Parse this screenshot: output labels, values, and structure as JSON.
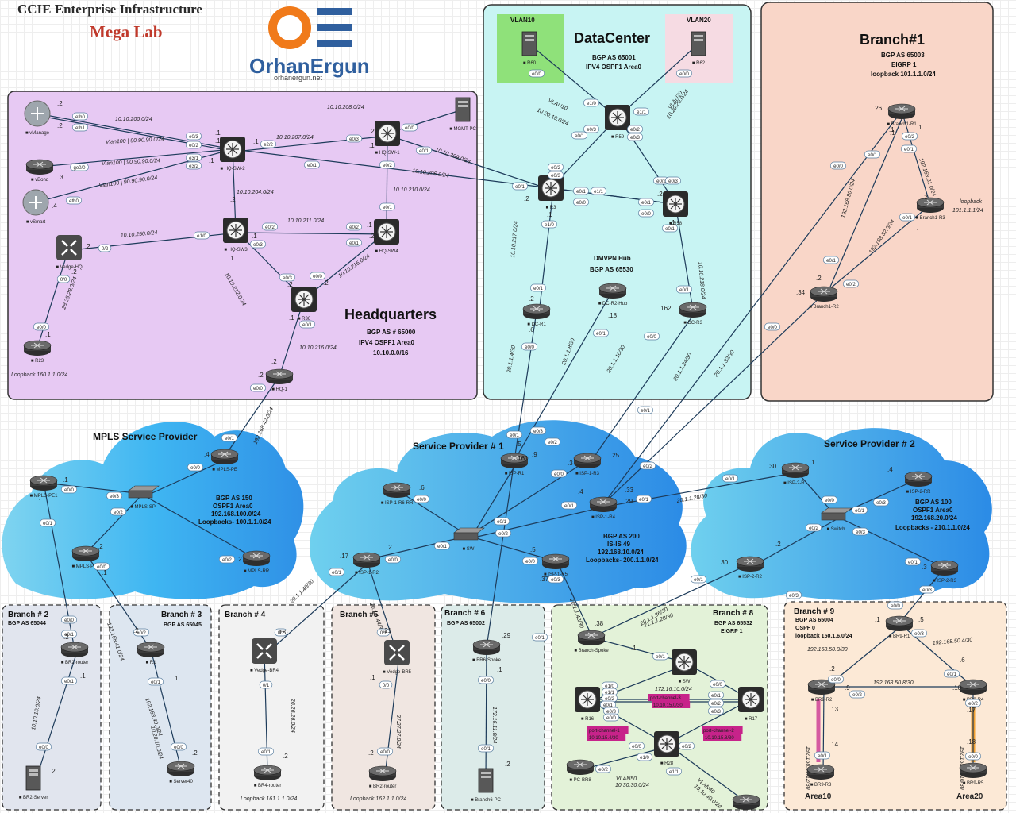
{
  "header": {
    "title": "CCIE Enterprise Infrastructure",
    "subtitle": "Mega Lab",
    "logo_text": "OrhanErgun",
    "logo_url": "orhanergun.net"
  },
  "regions": {
    "hq": {
      "title": "Headquarters",
      "info": [
        "BGP AS # 65000",
        "IPV4   OSPF1   Area0",
        "10.10.0.0/16"
      ]
    },
    "dc": {
      "title": "DataCenter",
      "info": [
        "BGP AS 65001",
        "IPV4 OSPF1 Area0"
      ],
      "vlan10": "VLAN10",
      "vlan20": "VLAN20",
      "hub": [
        "DMVPN Hub",
        "BGP AS 65530"
      ]
    },
    "b1": {
      "title": "Branch#1",
      "info": [
        "BGP AS 65003",
        "EIGRP 1",
        "loopback 101.1.1.0/24"
      ]
    },
    "mpls": {
      "title": "MPLS Service Provider",
      "info": [
        "BGP AS 150",
        "OSPF1 Area0",
        "192.168.100.0/24",
        "Loopbacks- 100.1.1.0/24"
      ]
    },
    "sp1": {
      "title": "Service Provider # 1",
      "info": [
        "BGP AS 200",
        "IS-IS 49",
        "192.168.10.0/24",
        "Loopbacks- 200.1.1.0/24"
      ]
    },
    "sp2": {
      "title": "Service Provider # 2",
      "info": [
        "BGP AS 100",
        "OSPF1 Area0",
        "192.168.20.0/24",
        "Loopbacks - 210.1.1.0/24"
      ]
    },
    "br2": {
      "title": "Branch # 2",
      "info": [
        "BGP AS 65044"
      ]
    },
    "br3": {
      "title": "Branch # 3",
      "info": [
        "BGP AS 65045"
      ]
    },
    "br4": {
      "title": "Branch # 4",
      "info": []
    },
    "br5": {
      "title": "Branch #5",
      "info": []
    },
    "br6": {
      "title": "Branch # 6",
      "info": [
        "BGP AS 65002"
      ]
    },
    "br8": {
      "title": "Branch # 8",
      "info": [
        "BGP AS 65532",
        "EIGRP 1"
      ]
    },
    "br9": {
      "title": "Branch # 9",
      "info": [
        "BGP AS 65004",
        "OSPF 0",
        "loopback 150.1.6.0/24"
      ]
    }
  },
  "devices": [
    {
      "id": "vManage",
      "label": "vManage",
      "kind": "server"
    },
    {
      "id": "vBond",
      "label": "vBond",
      "kind": "router"
    },
    {
      "id": "vSmart",
      "label": "vSmart",
      "kind": "server"
    },
    {
      "id": "HQ-SW-2",
      "label": "HQ-SW-2",
      "kind": "switch"
    },
    {
      "id": "HQ-SW-1",
      "label": "HQ-SW-1",
      "kind": "switch"
    },
    {
      "id": "MGMT-PC",
      "label": "MGMT-PC",
      "kind": "pc"
    },
    {
      "id": "HQ-SW3",
      "label": "HQ-SW3",
      "kind": "switch"
    },
    {
      "id": "HQ-SW4",
      "label": "HQ-SW4",
      "kind": "switch"
    },
    {
      "id": "Vedge-HQ",
      "label": "Vedge-HQ",
      "kind": "vedge"
    },
    {
      "id": "R36",
      "label": "R36",
      "kind": "switch"
    },
    {
      "id": "R23",
      "label": "R23",
      "kind": "router"
    },
    {
      "id": "HQ-1",
      "label": "HQ-1",
      "kind": "router"
    },
    {
      "id": "R60",
      "label": "R60",
      "kind": "pc"
    },
    {
      "id": "R62",
      "label": "R62",
      "kind": "pc"
    },
    {
      "id": "R59",
      "label": "R59",
      "kind": "switch"
    },
    {
      "id": "R3",
      "label": "R3",
      "kind": "switch"
    },
    {
      "id": "R58",
      "label": "R58",
      "kind": "switch"
    },
    {
      "id": "DC-R1",
      "label": "DC-R1",
      "kind": "router"
    },
    {
      "id": "DC-R2-Hub",
      "label": "DC-R2-Hub",
      "kind": "router"
    },
    {
      "id": "DC-R3",
      "label": "DC-R3",
      "kind": "router"
    },
    {
      "id": "Branch1-R1",
      "label": "Branch1-R1",
      "kind": "router"
    },
    {
      "id": "Branch1-R3",
      "label": "Branch1-R3",
      "kind": "router"
    },
    {
      "id": "Branch1-R2",
      "label": "Branch1-R2",
      "kind": "router"
    },
    {
      "id": "MPLS-PE",
      "label": "MPLS-PE",
      "kind": "router"
    },
    {
      "id": "MPLS-PE1",
      "label": "MPLS-PE1",
      "kind": "router"
    },
    {
      "id": "MPLS-SP",
      "label": "MPLS-SP",
      "kind": "l2switch"
    },
    {
      "id": "MPLS-PE2",
      "label": "MPLS-PE2",
      "kind": "router"
    },
    {
      "id": "MPLS-RR",
      "label": "MPLS-RR",
      "kind": "router"
    },
    {
      "id": "ISP-R1",
      "label": "ISP-R1",
      "kind": "router"
    },
    {
      "id": "ISP-1-R3",
      "label": "ISP-1-R3",
      "kind": "router"
    },
    {
      "id": "ISP-1-R6-RR",
      "label": "ISP-1-R6-RR",
      "kind": "router"
    },
    {
      "id": "ISP-1-R4",
      "label": "ISP-1-R4",
      "kind": "router"
    },
    {
      "id": "SW",
      "label": "SW",
      "kind": "l2switch"
    },
    {
      "id": "ISP-1-R2",
      "label": "ISP-1-R2",
      "kind": "router"
    },
    {
      "id": "ISP-1-R5",
      "label": "ISP-1-R5",
      "kind": "router"
    },
    {
      "id": "ISP-2-R1",
      "label": "ISP-2-R1",
      "kind": "router"
    },
    {
      "id": "ISP-2-RR",
      "label": "ISP-2-RR",
      "kind": "router"
    },
    {
      "id": "Switch",
      "label": "Switch",
      "kind": "l2switch"
    },
    {
      "id": "ISP-2-R2",
      "label": "ISP-2-R2",
      "kind": "router"
    },
    {
      "id": "ISP-2-R3",
      "label": "ISP-2-R3",
      "kind": "router"
    },
    {
      "id": "BR2-router",
      "label": "BR2-router",
      "kind": "router"
    },
    {
      "id": "BR2-Server",
      "label": "BR2-Server",
      "kind": "pc"
    },
    {
      "id": "R1",
      "label": "R1",
      "kind": "router"
    },
    {
      "id": "Server40",
      "label": "Server40",
      "kind": "router"
    },
    {
      "id": "Vedge-BR4",
      "label": "Vedge-BR4",
      "kind": "vedge"
    },
    {
      "id": "BR4-router",
      "label": "BR4-router",
      "kind": "router"
    },
    {
      "id": "Vedge-BR5",
      "label": "Vedge-BR5",
      "kind": "vedge"
    },
    {
      "id": "BR5-router",
      "label": "BR2-router",
      "kind": "router"
    },
    {
      "id": "BR6-Spoke",
      "label": "BR6-Spoke",
      "kind": "router"
    },
    {
      "id": "Branch6-PC",
      "label": "Branch6-PC",
      "kind": "pc"
    },
    {
      "id": "Branch-Spoke",
      "label": "Branch-Spoke",
      "kind": "router"
    },
    {
      "id": "SW8",
      "label": "SW",
      "kind": "switch"
    },
    {
      "id": "R16",
      "label": "R16",
      "kind": "switch"
    },
    {
      "id": "R17",
      "label": "R17",
      "kind": "switch"
    },
    {
      "id": "R28",
      "label": "R28",
      "kind": "switch"
    },
    {
      "id": "PC-BR8",
      "label": "PC-BR8",
      "kind": "router"
    },
    {
      "id": "BR8-PC2",
      "label": "",
      "kind": "router"
    },
    {
      "id": "BR9-R1",
      "label": "BR9-R1",
      "kind": "router"
    },
    {
      "id": "BR9-R2",
      "label": "BR9-R2",
      "kind": "router"
    },
    {
      "id": "BR9-R4",
      "label": "BR9-R4",
      "kind": "router"
    },
    {
      "id": "BR9-R3",
      "label": "BR9-R3",
      "kind": "router"
    },
    {
      "id": "BR9-R5",
      "label": "BR9-R5",
      "kind": "router"
    }
  ],
  "links": [
    [
      "vManage",
      "HQ-SW-2"
    ],
    [
      "vManage",
      "HQ-SW-2"
    ],
    [
      "vBond",
      "HQ-SW-2"
    ],
    [
      "vSmart",
      "HQ-SW-2"
    ],
    [
      "HQ-SW-2",
      "HQ-SW-1"
    ],
    [
      "HQ-SW-2",
      "R3"
    ],
    [
      "HQ-SW-1",
      "MGMT-PC"
    ],
    [
      "HQ-SW-1",
      "R3"
    ],
    [
      "HQ-SW-1",
      "HQ-SW4"
    ],
    [
      "HQ-SW-2",
      "HQ-SW3"
    ],
    [
      "HQ-SW3",
      "HQ-SW4"
    ],
    [
      "HQ-SW3",
      "R36"
    ],
    [
      "HQ-SW4",
      "R36"
    ],
    [
      "Vedge-HQ",
      "HQ-SW3"
    ],
    [
      "Vedge-HQ",
      "R23"
    ],
    [
      "R36",
      "HQ-1"
    ],
    [
      "R60",
      "R59"
    ],
    [
      "R62",
      "R59"
    ],
    [
      "R59",
      "R3"
    ],
    [
      "R59",
      "R58"
    ],
    [
      "R3",
      "R58"
    ],
    [
      "R3",
      "R58"
    ],
    [
      "R3",
      "DC-R1"
    ],
    [
      "R58",
      "DC-R3"
    ],
    [
      "Branch1-R1",
      "Branch1-R3"
    ],
    [
      "Branch1-R1",
      "Branch1-R2"
    ],
    [
      "Branch1-R3",
      "Branch1-R2"
    ],
    [
      "HQ-1",
      "MPLS-PE"
    ],
    [
      "MPLS-PE",
      "MPLS-SP"
    ],
    [
      "MPLS-PE1",
      "MPLS-SP"
    ],
    [
      "MPLS-PE2",
      "MPLS-SP"
    ],
    [
      "MPLS-RR",
      "MPLS-SP"
    ],
    [
      "DC-R1",
      "ISP-R1"
    ],
    [
      "DC-R2-Hub",
      "ISP-R1"
    ],
    [
      "DC-R3",
      "ISP-1-R3"
    ],
    [
      "Branch1-R1",
      "ISP-1-R4"
    ],
    [
      "Branch1-R2",
      "ISP-1-R4"
    ],
    [
      "ISP-R1",
      "SW"
    ],
    [
      "ISP-1-R3",
      "SW"
    ],
    [
      "ISP-1-R6-RR",
      "SW"
    ],
    [
      "ISP-1-R4",
      "SW"
    ],
    [
      "ISP-1-R2",
      "SW"
    ],
    [
      "ISP-1-R5",
      "SW"
    ],
    [
      "ISP-1-R4",
      "ISP-2-R1"
    ],
    [
      "ISP-2-R1",
      "Switch"
    ],
    [
      "ISP-2-RR",
      "Switch"
    ],
    [
      "ISP-2-R2",
      "Switch"
    ],
    [
      "ISP-2-R3",
      "Switch"
    ],
    [
      "MPLS-PE1",
      "BR2-router"
    ],
    [
      "BR2-router",
      "BR2-Server"
    ],
    [
      "MPLS-PE2",
      "R1"
    ],
    [
      "R1",
      "Server40"
    ],
    [
      "ISP-1-R2",
      "Vedge-BR4"
    ],
    [
      "Vedge-BR4",
      "BR4-router"
    ],
    [
      "ISP-1-R2",
      "Vedge-BR5"
    ],
    [
      "Vedge-BR5",
      "BR5-router"
    ],
    [
      "BR6-Spoke",
      "ISP-R1"
    ],
    [
      "BR6-Spoke",
      "Branch6-PC"
    ],
    [
      "ISP-1-R5",
      "Branch-Spoke"
    ],
    [
      "ISP-2-R2",
      "Branch-Spoke"
    ],
    [
      "Branch-Spoke",
      "SW8"
    ],
    [
      "SW8",
      "R16"
    ],
    [
      "SW8",
      "R17"
    ],
    [
      "R16",
      "R17"
    ],
    [
      "R16",
      "R17"
    ],
    [
      "R16",
      "R28"
    ],
    [
      "R17",
      "R28"
    ],
    [
      "R28",
      "PC-BR8"
    ],
    [
      "R28",
      "BR8-PC2"
    ],
    [
      "ISP-2-R3",
      "BR9-R1"
    ],
    [
      "BR9-R1",
      "BR9-R2"
    ],
    [
      "BR9-R1",
      "BR9-R4"
    ],
    [
      "BR9-R2",
      "BR9-R4"
    ],
    [
      "BR9-R2",
      "BR9-R3"
    ],
    [
      "BR9-R4",
      "BR9-R5"
    ]
  ],
  "networks": [
    {
      "t": "10.10.200.0/24",
      "a": 0
    },
    {
      "t": "Vlan100 | 90.90.90.0/24",
      "a": -3
    },
    {
      "t": "Vlan100 | 90.90.90.0/24",
      "a": -3
    },
    {
      "t": "Vlan100 | 90.90.90.0/24",
      "a": -8
    },
    {
      "t": "10.10.207.0/24",
      "a": 0
    },
    {
      "t": "10.10.208.0/24",
      "a": 0
    },
    {
      "t": "10.10.209.0/24",
      "a": 20
    },
    {
      "t": "10.10.206.0/24",
      "a": 8
    },
    {
      "t": "10.10.204.0/24",
      "a": 0
    },
    {
      "t": "10.10.210.0/24",
      "a": 0
    },
    {
      "t": "10.10.211.0/24",
      "a": 0
    },
    {
      "t": "10.10.250.0/24",
      "a": -5
    },
    {
      "t": "10.10.212.0/24",
      "a": 60
    },
    {
      "t": "10.10.215.0/24",
      "a": -35
    },
    {
      "t": "10.10.216.0/24",
      "a": 0
    },
    {
      "t": "28.28.28.0/24",
      "a": -70
    },
    {
      "t": "Loopback 160.1.1.0/24",
      "a": 0
    },
    {
      "t": "VLAN10",
      "a": 25
    },
    {
      "t": "10.20.10.0/24",
      "a": 25
    },
    {
      "t": "VLAN20",
      "a": -55
    },
    {
      "t": "10.20.20.0/24",
      "a": -55
    },
    {
      "t": "10.10.217.0/24",
      "a": -85
    },
    {
      "t": "10.10.218.0/24",
      "a": 85
    },
    {
      "t": "192.168.81.0/24",
      "a": 70
    },
    {
      "t": "192.168.80.0/24",
      "a": -75
    },
    {
      "t": "192.168.82.0/24",
      "a": -55
    },
    {
      "t": "loopback",
      "a": 0
    },
    {
      "t": "101.1.1.1/24",
      "a": 0
    },
    {
      "t": "20.1.1.4/30",
      "a": -80
    },
    {
      "t": "20.1.1.8/30",
      "a": -70
    },
    {
      "t": "20.1.1.16/30",
      "a": -60
    },
    {
      "t": "20.1.1.24/30",
      "a": -60
    },
    {
      "t": "20.1.1.32/30",
      "a": -55
    },
    {
      "t": "192.168.42.0/24",
      "a": -65
    },
    {
      "t": "20.1.1.28/30",
      "a": -10
    },
    {
      "t": "20.1.1.36/30",
      "a": -30
    },
    {
      "t": "21.1.1.28/30",
      "a": -20
    },
    {
      "t": "10.10.10.0/24",
      "a": -80
    },
    {
      "t": "192.168.41.0/24",
      "a": 70
    },
    {
      "t": "192.168.40.0/24",
      "a": 70
    },
    {
      "t": "10.20.10.0/24",
      "a": 75
    },
    {
      "t": "26.26.26.0/24",
      "a": 90
    },
    {
      "t": "27.27.27.0/24",
      "a": 90
    },
    {
      "t": "20.1.1.40/30",
      "a": -45
    },
    {
      "t": "20.1.1.44/30",
      "a": 70
    },
    {
      "t": "172.16.11.0/24",
      "a": 90
    },
    {
      "t": "20.1.1.48/30",
      "a": 70
    },
    {
      "t": "172.16.10.0/24",
      "a": 0
    },
    {
      "t": "port-channel-3",
      "a": 0
    },
    {
      "t": "10.10.15.0/30",
      "a": 0
    },
    {
      "t": "port-channel-1",
      "a": 0
    },
    {
      "t": "10.10.15.4/30",
      "a": 0
    },
    {
      "t": "port-channel-2",
      "a": 0
    },
    {
      "t": "10.10.15.8/30",
      "a": 0
    },
    {
      "t": "VLAN50",
      "a": 0
    },
    {
      "t": "10.30.30.0/24",
      "a": 0
    },
    {
      "t": "VLAN40",
      "a": 40
    },
    {
      "t": "10.10.40.0/24",
      "a": 40
    },
    {
      "t": "192.168.50.0/30",
      "a": 0
    },
    {
      "t": "192.168.50.4/30",
      "a": -5
    },
    {
      "t": "192.168.50.8/30",
      "a": 0
    },
    {
      "t": "192.168.50.12/30",
      "a": 90
    },
    {
      "t": "192.168.50.16/30",
      "a": 90
    },
    {
      "t": "Loopback 161.1.1.0/24",
      "a": 0
    },
    {
      "t": "Loopback 162.1.1.0/24",
      "a": 0
    },
    {
      "t": "Area10",
      "a": 0
    },
    {
      "t": "Area20",
      "a": 0
    }
  ]
}
